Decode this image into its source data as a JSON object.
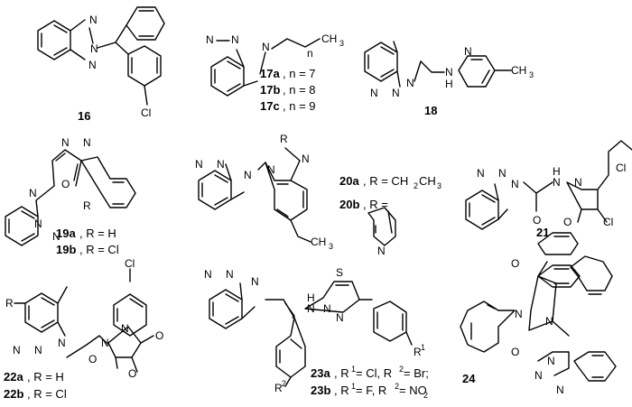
{
  "compounds": [
    {
      "id": "16",
      "labels": [
        "16"
      ],
      "atoms": [
        "N",
        "N",
        "N",
        "Cl"
      ]
    },
    {
      "id": "17",
      "labels": [
        "17a",
        ", n = 7",
        "17b",
        ", n = 8",
        "17c",
        ", n = 9"
      ],
      "atoms": [
        "N",
        "N",
        "N",
        "n",
        "CH",
        "3"
      ]
    },
    {
      "id": "18",
      "labels": [
        "18"
      ],
      "atoms": [
        "N",
        "N",
        "N",
        "N",
        "H",
        "N",
        "CH",
        "3"
      ]
    },
    {
      "id": "19",
      "labels": [
        "19a",
        ", R = H",
        "19b",
        ", R = Cl"
      ],
      "atoms": [
        "N",
        "N",
        "N",
        "N",
        "N",
        "O",
        "R"
      ]
    },
    {
      "id": "20",
      "labels": [
        "20a",
        ", R = CH",
        "2",
        "CH",
        "3",
        "20b",
        ", R ="
      ],
      "atoms": [
        "N",
        "N",
        "N",
        "N",
        "N",
        "R",
        "CH",
        "3",
        "N"
      ]
    },
    {
      "id": "21",
      "labels": [
        "21"
      ],
      "atoms": [
        "N",
        "N",
        "N",
        "N",
        "H",
        "N",
        "O",
        "O",
        "Cl",
        "Cl"
      ]
    },
    {
      "id": "22",
      "labels": [
        "22a",
        ", R = H",
        "22b",
        ", R = Cl"
      ],
      "atoms": [
        "R",
        "N",
        "N",
        "N",
        "N",
        "N",
        "O",
        "O",
        "O",
        "Cl"
      ]
    },
    {
      "id": "23",
      "labels": [
        "23a",
        ", R",
        "1",
        " = Cl, R",
        "2",
        " = Br;",
        "23b",
        ", R",
        "1",
        " = F, R",
        "2",
        " = NO",
        "2"
      ],
      "atoms": [
        "N",
        "N",
        "N",
        "N",
        "H",
        "N",
        "S",
        "N",
        "R",
        "1",
        "R",
        "2"
      ]
    },
    {
      "id": "24",
      "labels": [
        "24"
      ],
      "atoms": [
        "O",
        "N",
        "N",
        "O",
        "N",
        "N",
        "N"
      ]
    }
  ]
}
